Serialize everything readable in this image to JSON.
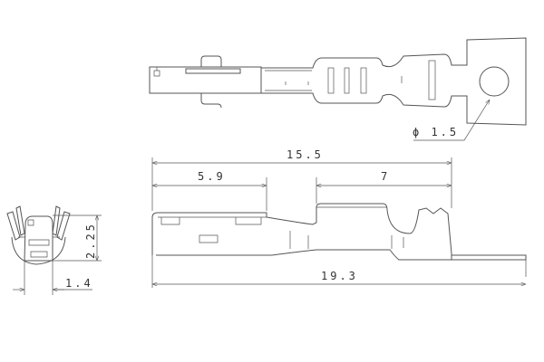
{
  "dimensions": {
    "hole_diameter": "ϕ 1.5",
    "overall_to_body": "15.5",
    "contact_length": "5.9",
    "crimp_length": "7",
    "overall_length": "19.3",
    "height": "2.25",
    "width": "1.4"
  },
  "line_color": "#555555"
}
